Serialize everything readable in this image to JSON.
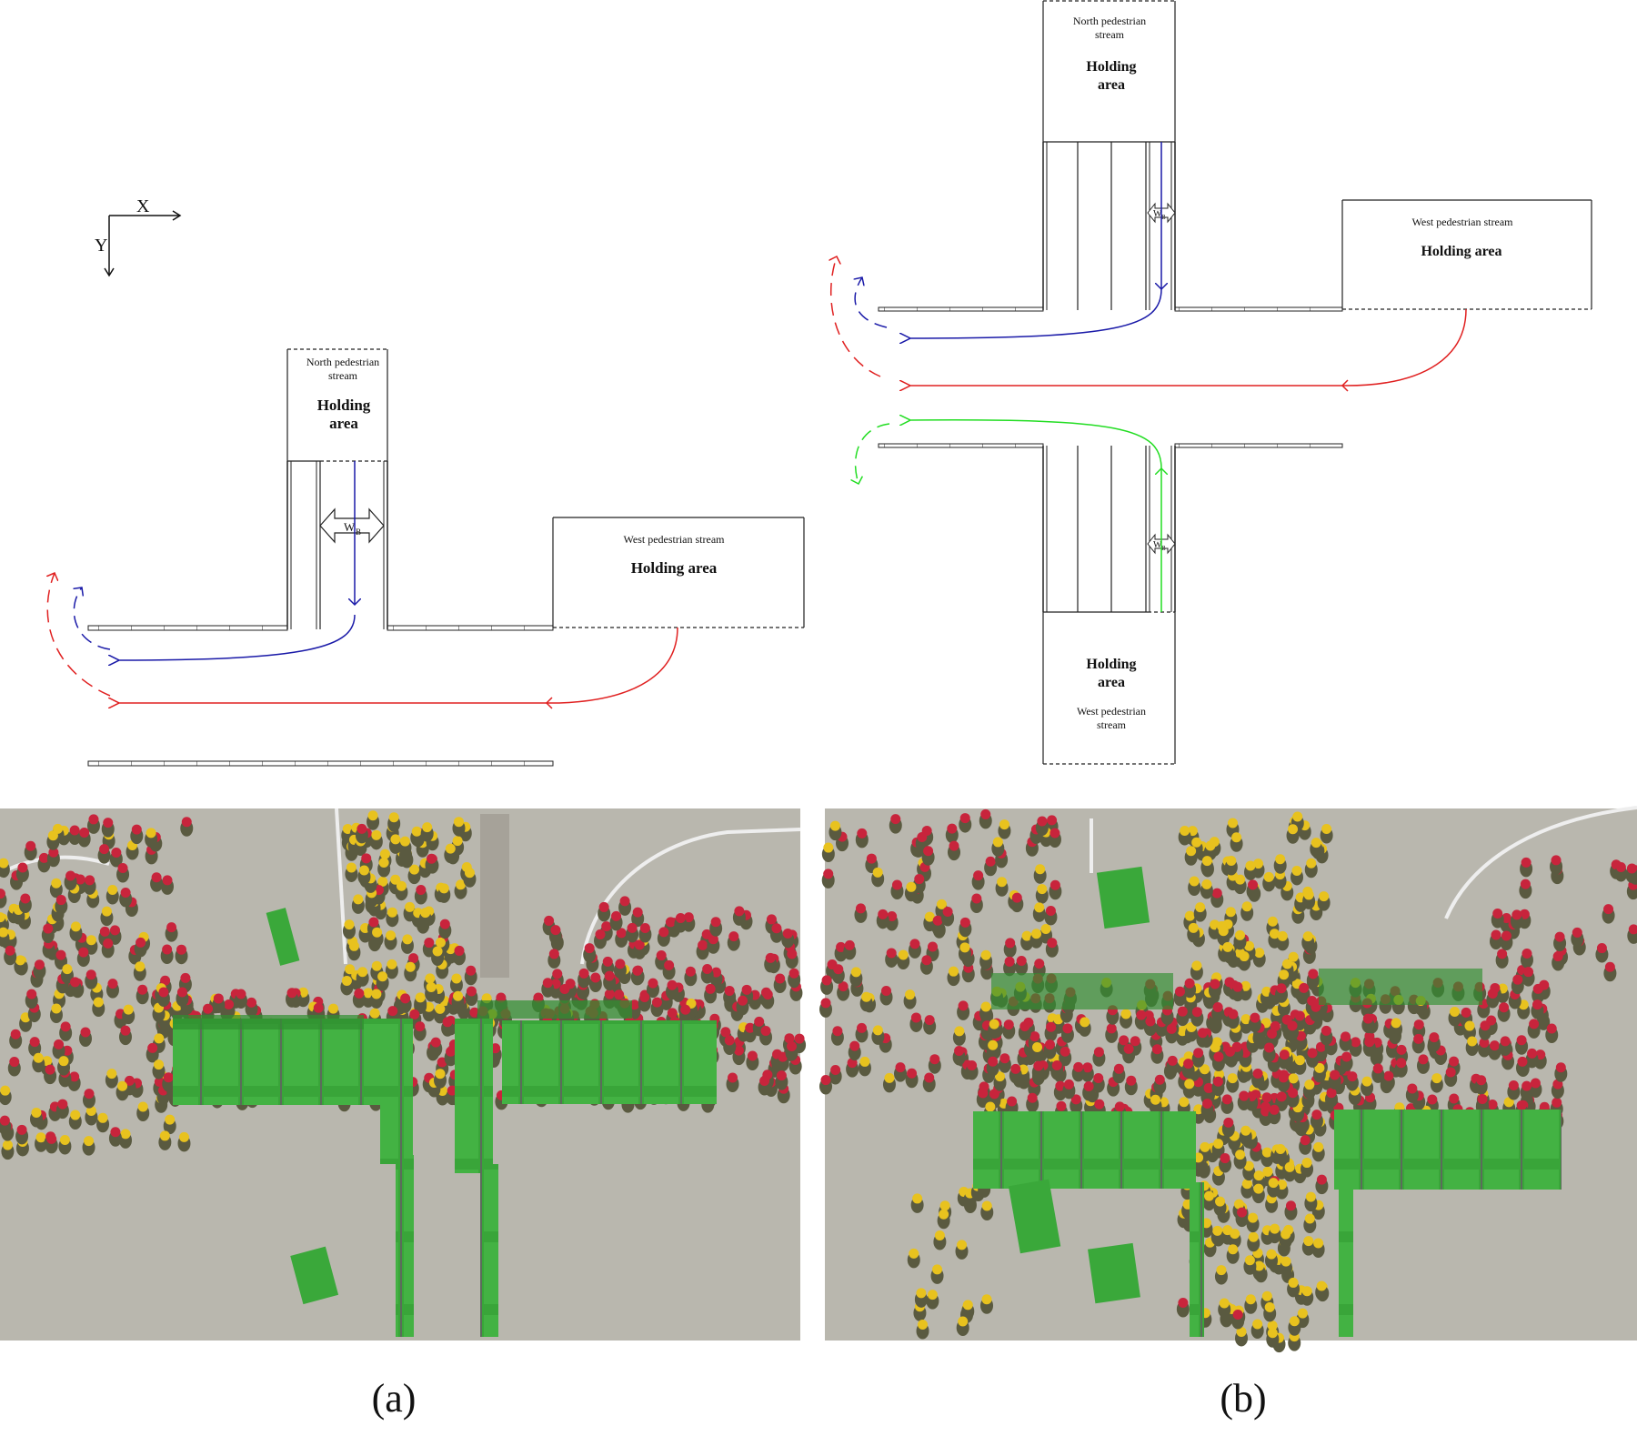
{
  "axes": {
    "x_label": "X",
    "y_label": "Y"
  },
  "panel_a": {
    "caption": "(a)",
    "north_stream": "North pedestrian stream",
    "north_holding": "Holding area",
    "west_stream": "West pedestrian stream",
    "west_holding": "Holding area",
    "width_label": "W",
    "width_sub": "B"
  },
  "panel_b": {
    "caption": "(b)",
    "north_stream": "North pedestrian stream",
    "north_holding": "Holding area",
    "west_stream": "West pedestrian stream",
    "west_holding": "Holding area",
    "south_holding": "Holding area",
    "south_stream": "West pedestrian stream",
    "width_label": "W",
    "width_sub": "B"
  },
  "colors": {
    "north_flow": "#1a1aa8",
    "west_flow": "#e02020",
    "south_flow": "#22dd22",
    "barrier_green": "#3aa83a",
    "ground": "#b9b7ae",
    "helmet_red": "#c8243c",
    "helmet_yellow": "#e8c21e"
  },
  "photos": [
    {
      "panel": "a",
      "content": "aerial-photo-of-crowd-experiment-t-junction"
    },
    {
      "panel": "b",
      "content": "aerial-photo-of-crowd-experiment-cross-junction"
    }
  ]
}
